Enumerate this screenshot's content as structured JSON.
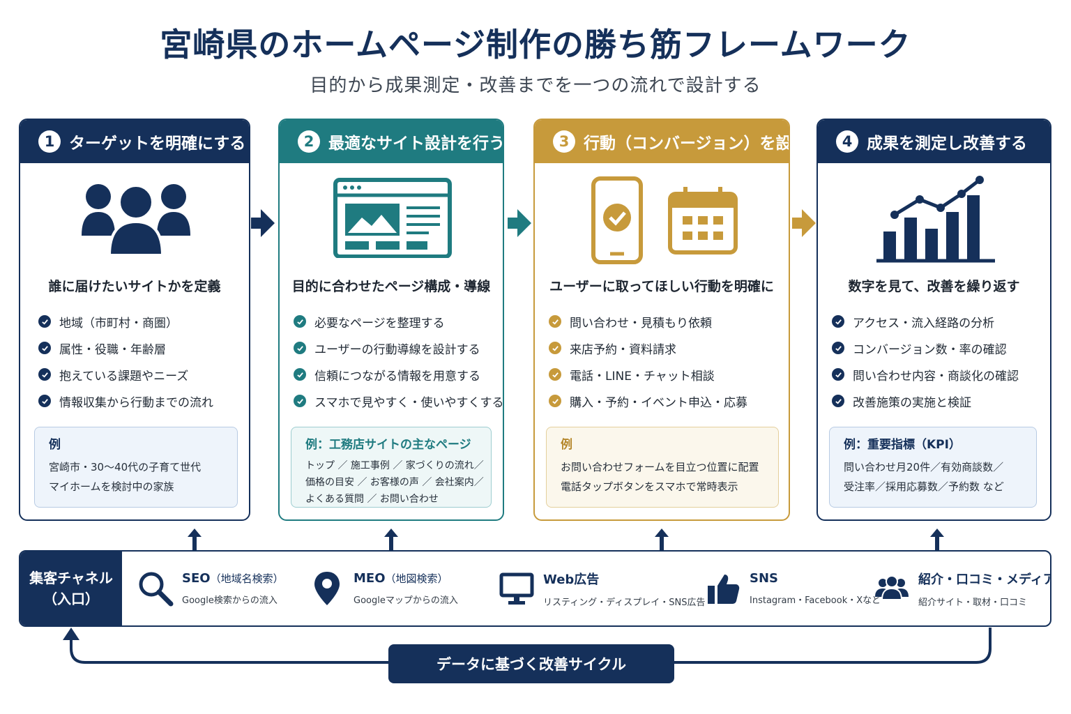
{
  "title": "宮崎県のホームページ制作の勝ち筋フレームワーク",
  "subtitle": "目的から成果測定・改善までを一つの流れで設計する",
  "colors": {
    "navy": "#15305a",
    "teal": "#1f7b80",
    "gold": "#c79a3b"
  },
  "steps": [
    {
      "num": "1",
      "title": "ターゲットを明確にする",
      "icon": "people-group-icon",
      "lead": "誰に届けたいサイトかを定義",
      "items": [
        "地域（市町村・商圏）",
        "属性・役職・年齢層",
        "抱えている課題やニーズ",
        "情報収集から行動までの流れ"
      ],
      "example_title": "例",
      "example_lines": [
        "宮崎市・30〜40代の子育て世代",
        "マイホームを検討中の家族"
      ]
    },
    {
      "num": "2",
      "title": "最適なサイト設計を行う",
      "icon": "website-layout-icon",
      "lead": "目的に合わせたページ構成・導線",
      "items": [
        "必要なページを整理する",
        "ユーザーの行動導線を設計する",
        "信頼につながる情報を用意する",
        "スマホで見やすく・使いやすくする"
      ],
      "example_title": "例：工務店サイトの主なページ",
      "example_lines": [
        "トップ ／ 施工事例 ／ 家づくりの流れ／",
        "価格の目安 ／ お客様の声 ／ 会社案内／",
        "よくある質問 ／ お問い合わせ"
      ]
    },
    {
      "num": "3",
      "title": "行動（コンバージョン）を設計する",
      "icon": "phone-calendar-icon",
      "lead": "ユーザーに取ってほしい行動を明確に",
      "items": [
        "問い合わせ・見積もり依頼",
        "来店予約・資料請求",
        "電話・LINE・チャット相談",
        "購入・予約・イベント申込・応募"
      ],
      "example_title": "例",
      "example_lines": [
        "お問い合わせフォームを目立つ位置に配置",
        "電話タップボタンをスマホで常時表示"
      ]
    },
    {
      "num": "4",
      "title": "成果を測定し改善する",
      "icon": "growth-chart-icon",
      "lead": "数字を見て、改善を繰り返す",
      "items": [
        "アクセス・流入経路の分析",
        "コンバージョン数・率の確認",
        "問い合わせ内容・商談化の確認",
        "改善施策の実施と検証"
      ],
      "example_title": "例：重要指標（KPI）",
      "example_lines": [
        "問い合わせ月20件／有効商談数／",
        "受注率／採用応募数／予約数 など"
      ]
    }
  ],
  "channels": {
    "label_line1": "集客チャネル",
    "label_line2": "（入口）",
    "items": [
      {
        "icon": "search-icon",
        "name": "SEO",
        "name_sub": "（地域名検索）",
        "desc": "Google検索からの流入"
      },
      {
        "icon": "map-pin-icon",
        "name": "MEO",
        "name_sub": "（地図検索）",
        "desc": "Googleマップからの流入"
      },
      {
        "icon": "monitor-icon",
        "name": "Web広告",
        "name_sub": "",
        "desc": "リスティング・ディスプレイ・SNS広告"
      },
      {
        "icon": "thumbs-up-icon",
        "name": "SNS",
        "name_sub": "",
        "desc": "Instagram・Facebook・Xなど"
      },
      {
        "icon": "users-icon",
        "name": "紹介・口コミ・メディア",
        "name_sub": "",
        "desc": "紹介サイト・取材・口コミ"
      }
    ]
  },
  "cycle_label": "データに基づく改善サイクル"
}
